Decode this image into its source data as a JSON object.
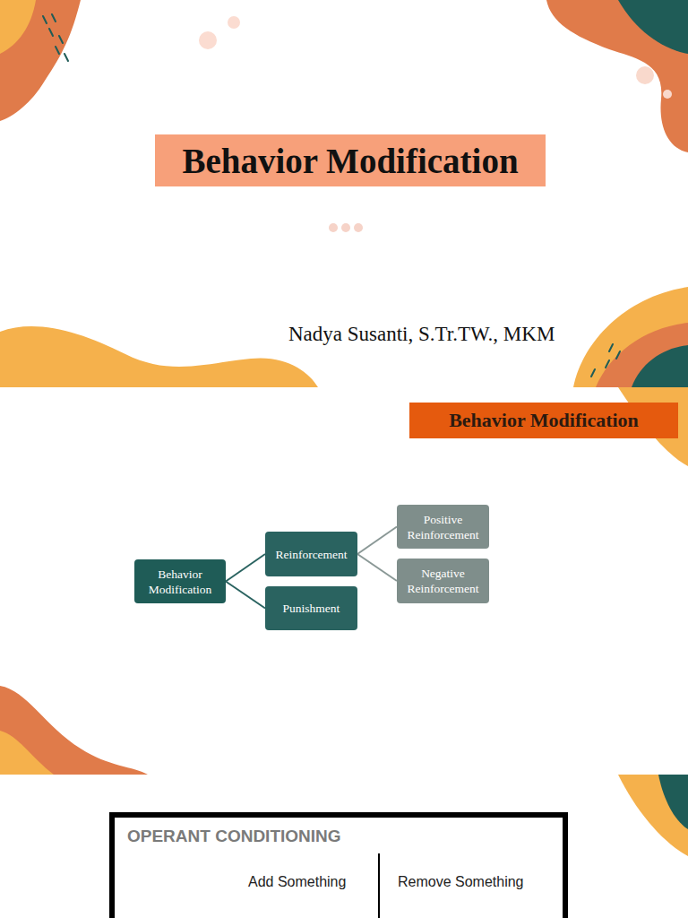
{
  "diagram": {
    "title": "Behavior Modification",
    "nodes": [
      {
        "text": [
          "Behavior Modification"
        ]
      },
      {
        "text": [
          "Reinforcement"
        ]
      },
      {
        "text": [
          "Punishment"
        ]
      },
      {
        "text": [
          "Positive Reinforcement"
        ]
      },
      {
        "text": [
          "Negative Reinforcement"
        ]
      }
    ],
    "edges": [
      {
        "from": 0,
        "to": 1,
        "arrow": "none"
      },
      {
        "from": 0,
        "to": 2,
        "arrow": "none"
      },
      {
        "from": 1,
        "to": 3,
        "arrow": "none"
      },
      {
        "from": 1,
        "to": 4,
        "arrow": "none"
      }
    ],
    "labels": [
      "Nadya Susanti, S.Tr.TW., MKM",
      "Behavior Modification",
      "OPERANT CONDITIONING",
      "Add Something",
      "Remove Something"
    ]
  }
}
